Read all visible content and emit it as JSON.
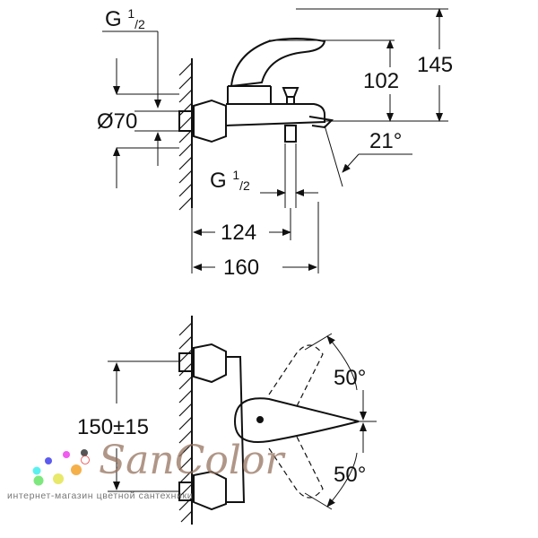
{
  "top_view": {
    "thread_top": {
      "prefix": "G",
      "num": "1",
      "den": "/2"
    },
    "diameter": "Ø70",
    "height_lever": "102",
    "height_total": "145",
    "spout_angle": "21°",
    "thread_bottom": {
      "prefix": "G",
      "num": "1",
      "den": "/2"
    },
    "depth_outlet": "124",
    "depth_total": "160"
  },
  "front_view": {
    "centre_distance": "150±15",
    "lever_angle_up": "50°",
    "lever_angle_down": "50°"
  },
  "watermark": {
    "brand": "SanColor",
    "tagline": "интернет-магазин цветной сантехники",
    "dot_colors": [
      "#5b5bf0",
      "#f05bf0",
      "#555555",
      "#5bf0f0",
      "#f5b04a",
      "#7de87d",
      "#e8e86a"
    ]
  }
}
